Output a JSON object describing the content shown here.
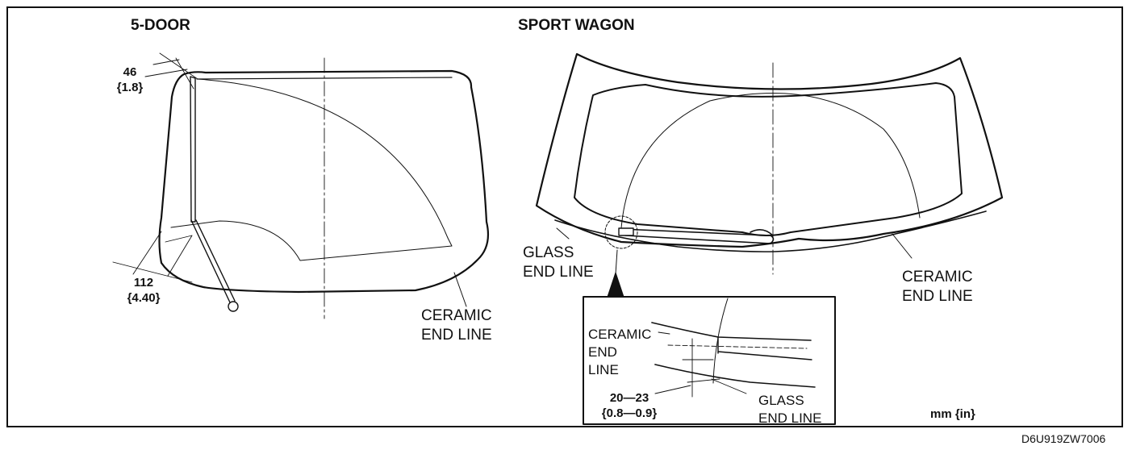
{
  "titles": {
    "five_door": "5-DOOR",
    "sport_wagon": "SPORT WAGON"
  },
  "five_door": {
    "dim_top": {
      "value": "46",
      "value_in": "{1.8}"
    },
    "dim_bottom": {
      "value": "112",
      "value_in": "{4.40}"
    },
    "ceramic_label": [
      "CERAMIC",
      "END LINE"
    ]
  },
  "sport_wagon": {
    "glass_label": [
      "GLASS",
      "END LINE"
    ],
    "ceramic_label": [
      "CERAMIC",
      "END LINE"
    ]
  },
  "detail": {
    "ceramic_label": [
      "CERAMIC",
      "END",
      "LINE"
    ],
    "glass_label": [
      "GLASS",
      "END LINE"
    ],
    "dim": {
      "value": "20—23",
      "value_in": "{0.8—0.9}"
    }
  },
  "unit": "mm {in}",
  "figure_code": "D6U919ZW7006"
}
